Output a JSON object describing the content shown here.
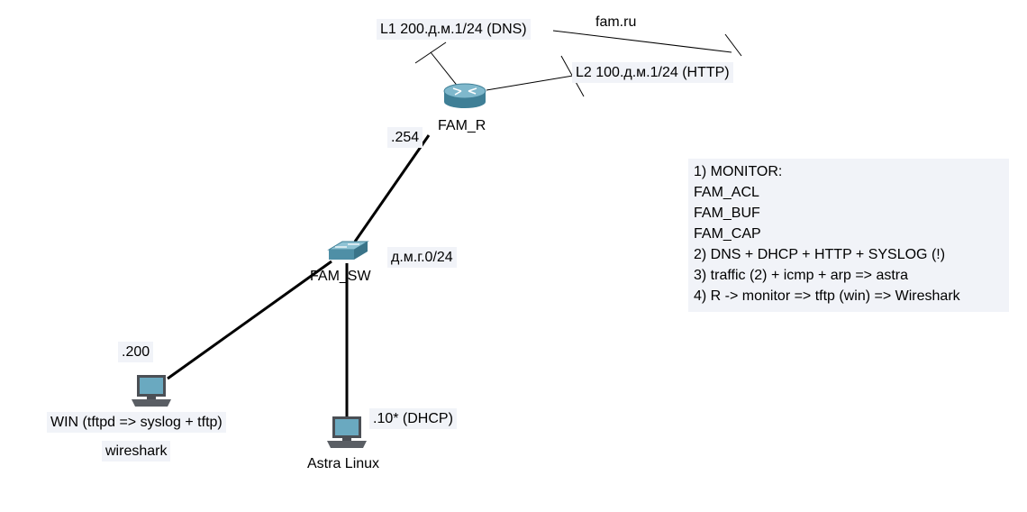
{
  "links": {
    "l1": "L1 200.д.м.1/24 (DNS)",
    "l2": "L2 100.д.м.1/24 (HTTP)",
    "cloud": "fam.ru"
  },
  "devices": {
    "router": {
      "name": "FAM_R",
      "ip": ".254"
    },
    "switch": {
      "name": "FAM_SW",
      "subnet": "д.м.г.0/24"
    },
    "win_pc": {
      "name": "WIN (tftpd => syslog + tftp)",
      "ip": ".200",
      "note": "wireshark"
    },
    "astra_pc": {
      "name": "Astra Linux",
      "ip": ".10* (DHCP)"
    }
  },
  "tasks": [
    "1) MONITOR:",
    "FAM_ACL",
    "FAM_BUF",
    "FAM_CAP",
    "2) DNS + DHCP + HTTP + SYSLOG (!)",
    "3) traffic (2) + icmp + arp => astra",
    "4) R -> monitor => tftp (win) => Wireshark"
  ],
  "colors": {
    "router_body": "#5f9fb4",
    "switch_body": "#6aa6bb",
    "pc_screen": "#5a9cb3",
    "label_bg": "#f1f3f8"
  }
}
